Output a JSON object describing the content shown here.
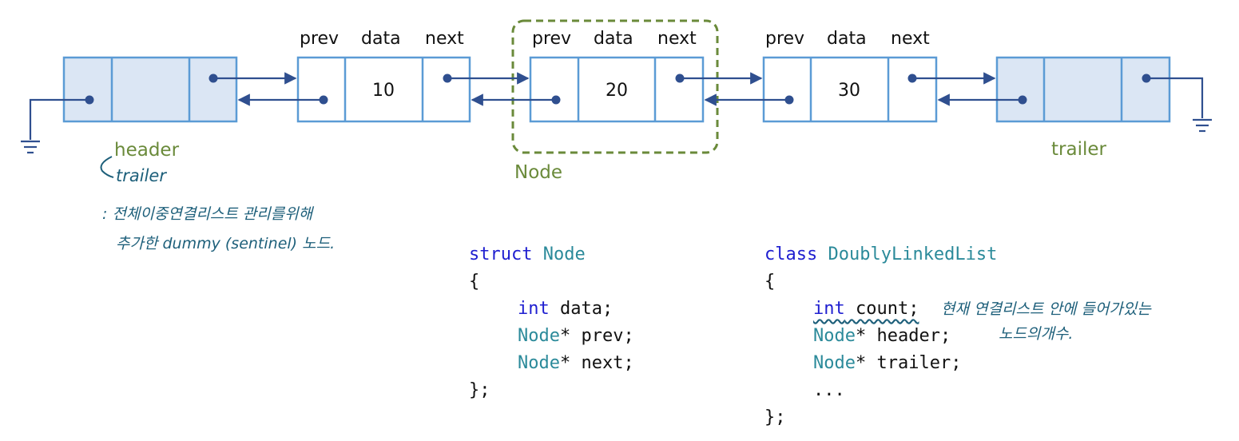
{
  "nodes": [
    {
      "id": "header",
      "value": ""
    },
    {
      "id": "node10",
      "value": "10"
    },
    {
      "id": "node20",
      "value": "20"
    },
    {
      "id": "node30",
      "value": "30"
    },
    {
      "id": "trailer",
      "value": ""
    }
  ],
  "field_labels": {
    "prev": "prev",
    "data": "data",
    "next": "next"
  },
  "labels": {
    "header": "header",
    "trailer": "trailer",
    "node": "Node"
  },
  "annotations": {
    "trailer_hand": "trailer",
    "note_line1": ": 전체이중연결리스트 관리를위해",
    "note_line2": "추가한 dummy (sentinel) 노드.",
    "count_note_line1": "현재 연결리스트 안에 들어가있는",
    "count_note_line2": "노드의개수."
  },
  "code_struct": {
    "kw_struct": "struct",
    "name": "Node",
    "open": "{",
    "kw_int": "int",
    "field_data": " data;",
    "type_node1": "Node",
    "field_prev": "* prev;",
    "type_node2": "Node",
    "field_next": "* next;",
    "close": "};"
  },
  "code_class": {
    "kw_class": "class",
    "name": "DoublyLinkedList",
    "open": "{",
    "kw_int": "int",
    "field_count": " count;",
    "type_node1": "Node",
    "field_header": "* header;",
    "type_node2": "Node",
    "field_trailer": "* trailer;",
    "ellipsis": "...",
    "close": "};"
  },
  "colors": {
    "cell_fill": "#ffffff",
    "sentinel_fill": "#dbe6f4",
    "border": "#5b9bd5",
    "arrow": "#2f4f8f",
    "node_box": "#6a8a3a",
    "handwriting": "#1d5f7a",
    "keyword": "#1f1fd0",
    "type": "#2b8a9a"
  }
}
